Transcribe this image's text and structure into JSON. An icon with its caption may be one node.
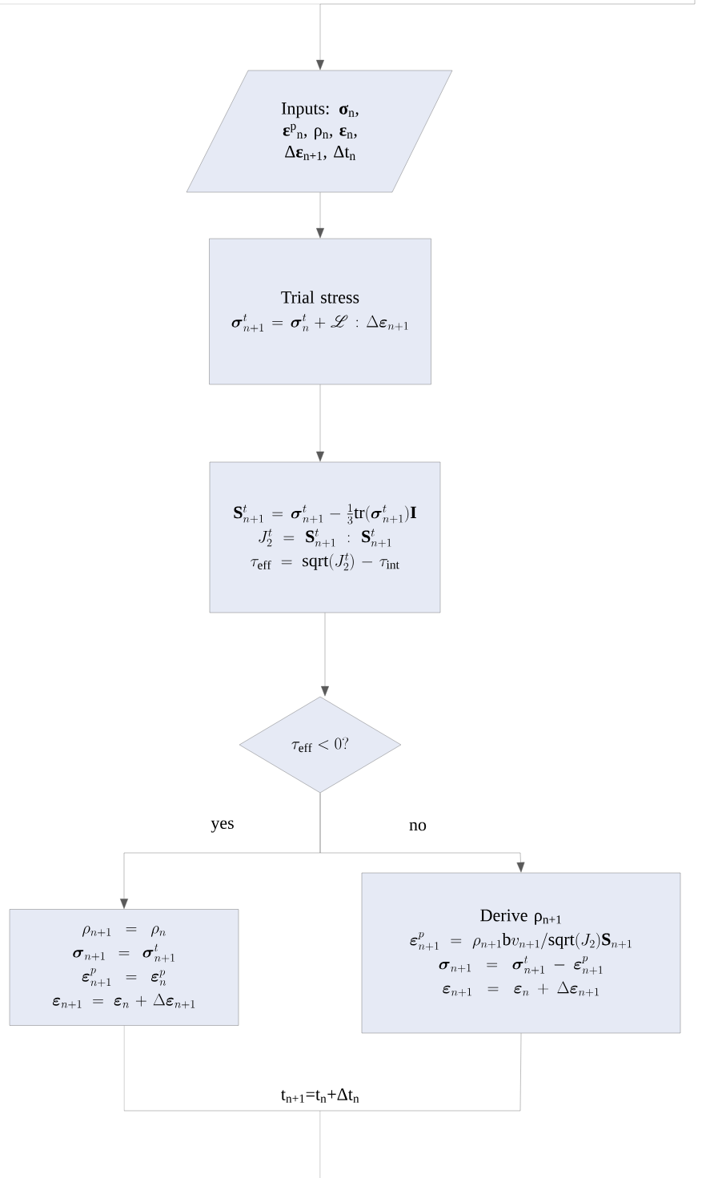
{
  "diagram": {
    "nodes": [
      {
        "text": [
          "Inputs: **σ**$_{n}$, **ε**$^{p}$$_{n}$, ρ$_{n}$, **ε**$_{n}$, Δ**ε**$_{n+1}$, Δt$_{n}$"
        ]
      },
      {
        "text": [
          "Trial stress",
          "\\boldsymbol{\\sigma}^{t}_{n+1}=\\boldsymbol{\\sigma}^{t}_{n}+\\mathscr{L}:\\Delta\\boldsymbol{\\varepsilon}_{n+1}"
        ]
      },
      {
        "text": [
          "\\mathbf{S}^{t}_{n+1}=\\boldsymbol{\\sigma}^{t}_{n+1}-\\tfrac{1}{3}\\mathrm{tr}(\\boldsymbol{\\sigma}^{t}_{n+1})\\mathbf{I}",
          "J_{2}^{t}=\\mathbf{S}^{t}_{n+1}:\\mathbf{S}^{t}_{n+1}",
          "\\tau_{\\mathrm{eff}}=\\mathrm{sqrt}(J_{2}^{t})-\\tau_{\\mathrm{int}}"
        ]
      },
      {
        "text": [
          "\\tau_{\\mathrm{eff}}<0?"
        ]
      },
      {
        "text": [
          "\\rho_{n+1}=\\rho_{n}",
          "\\boldsymbol{\\sigma}_{n+1}=\\boldsymbol{\\sigma}^{t}_{n+1}",
          "\\boldsymbol{\\varepsilon}^{p}_{n+1}=\\boldsymbol{\\varepsilon}^{p}_{n}",
          "\\boldsymbol{\\varepsilon}_{n+1}=\\boldsymbol{\\varepsilon}_{n}+\\Delta\\boldsymbol{\\varepsilon}_{n+1}"
        ]
      },
      {
        "text": [
          "Derive ρ$_{n+1}$",
          "\\boldsymbol{\\varepsilon}^{p}_{n+1}=\\rho_{n+1}\\mathrm{b}v_{n+1}/\\mathrm{sqrt}(J_{2})\\mathbf{S}_{n+1}",
          "\\boldsymbol{\\sigma}_{n+1}=\\boldsymbol{\\sigma}^{t}_{n+1}-\\boldsymbol{\\varepsilon}^{p}_{n+1}",
          "\\boldsymbol{\\varepsilon}_{n+1}=\\boldsymbol{\\varepsilon}_{n}+\\Delta\\boldsymbol{\\varepsilon}_{n+1}"
        ]
      }
    ],
    "edges": [
      {
        "from": null,
        "to": 0,
        "arrow": "to"
      },
      {
        "from": 0,
        "to": 1,
        "arrow": "to"
      },
      {
        "from": 1,
        "to": 2,
        "arrow": "to"
      },
      {
        "from": 2,
        "to": 3,
        "arrow": "to"
      },
      {
        "from": 3,
        "to": 4,
        "arrow": "to",
        "label": "yes"
      },
      {
        "from": 3,
        "to": 5,
        "arrow": "to",
        "label": "no"
      },
      {
        "from": 4,
        "to": null,
        "arrow": "none",
        "label": "t$_{n+1}$=t$_{n}$+Δt$_{n}$"
      },
      {
        "from": 5,
        "to": null,
        "arrow": "none"
      }
    ]
  }
}
